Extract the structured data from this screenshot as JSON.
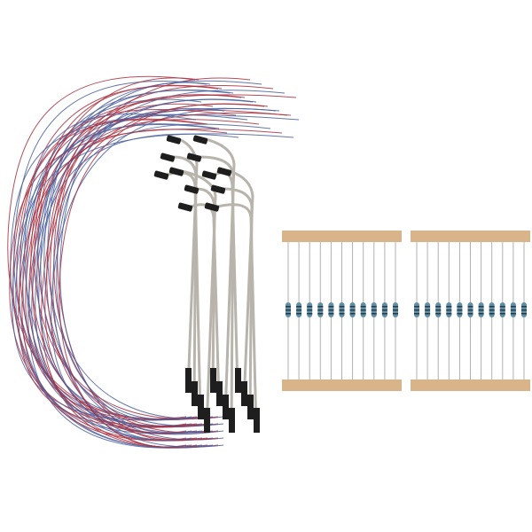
{
  "photo": {
    "subject": [
      "street-lamp-models",
      "resistor-strips"
    ],
    "colors": {
      "background": "#ffffff",
      "wire_red": "#a8303f",
      "wire_blue": "#4a5f9e",
      "lamp_pole": "#b8b4ac",
      "lamp_head": "#1e1e1e",
      "tape": "#d9b48a",
      "resistor_body": "#5e8fa6",
      "lead": "#b0b0b0"
    },
    "lamp_count": 12,
    "resistor_strips": [
      {
        "count": 11
      },
      {
        "count": 11
      }
    ]
  }
}
